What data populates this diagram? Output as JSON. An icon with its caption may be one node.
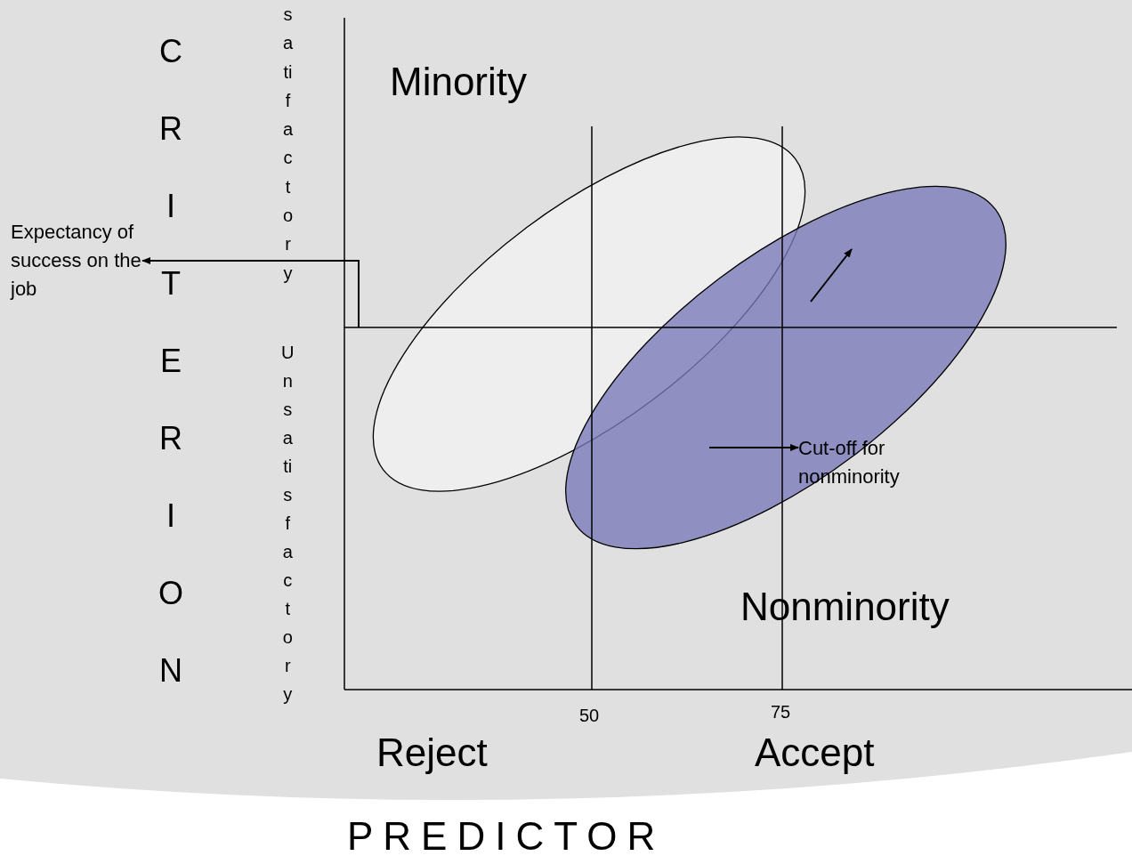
{
  "diagram": {
    "nodes": [
      {
        "text": [
          "Expectancy of success on the job"
        ]
      },
      {
        "text": [
          "Cut-off for nonminority"
        ]
      }
    ],
    "edges": [
      {
        "from": null,
        "to": 0,
        "arrow": "to"
      },
      {
        "from": null,
        "to": 1,
        "arrow": "to"
      }
    ],
    "labels": [
      "CRITERION",
      "satifactory",
      "Unsatisfactory",
      "Minority",
      "Nonminority",
      "50",
      "75",
      "Reject",
      "Accept",
      "PREDICTOR"
    ]
  }
}
